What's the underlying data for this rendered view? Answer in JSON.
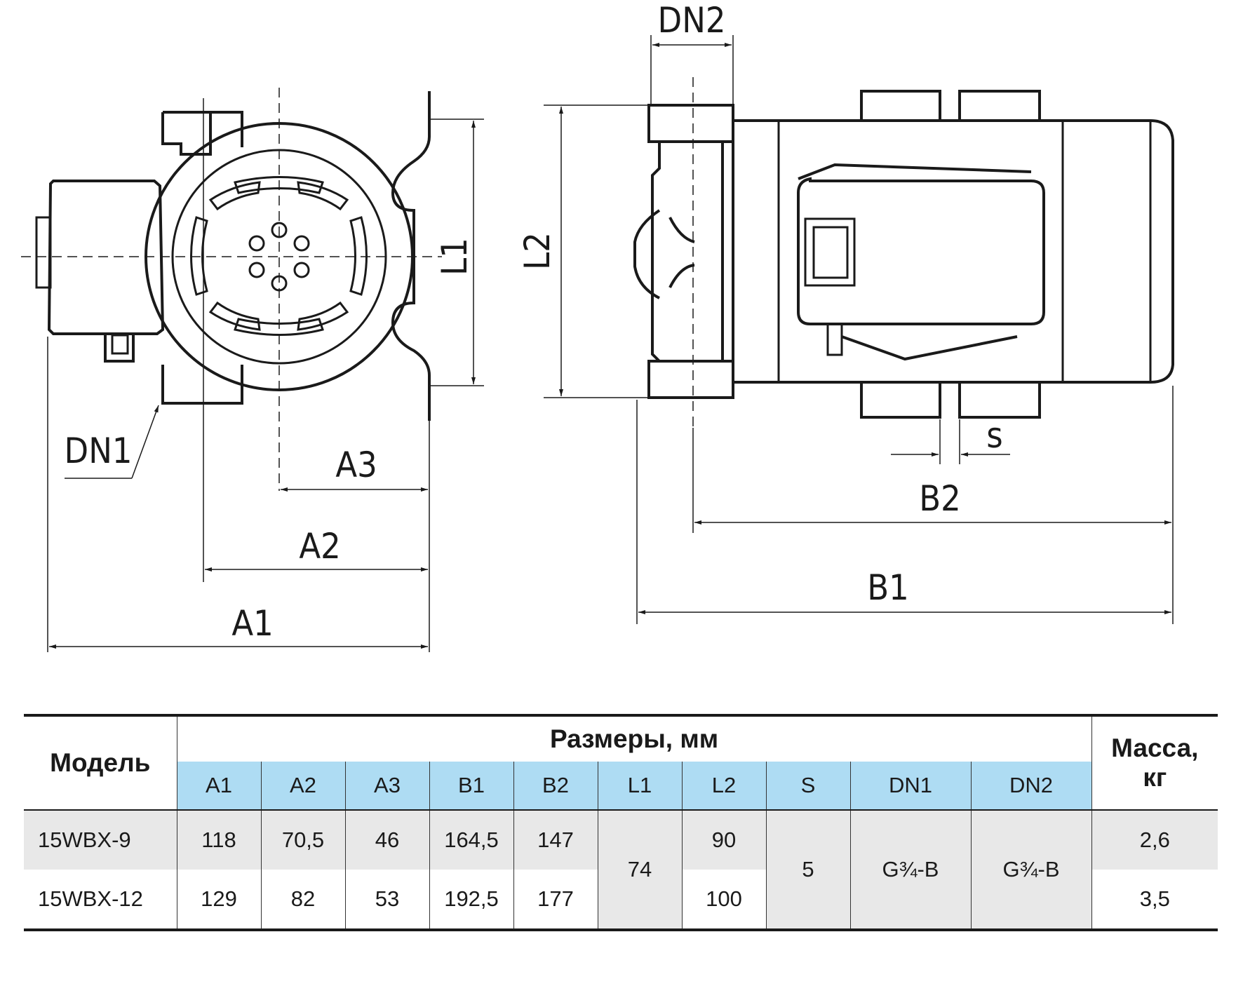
{
  "drawing": {
    "labels": {
      "dn2": "DN2",
      "dn1": "DN1",
      "l1": "L1",
      "l2": "L2",
      "a1": "A1",
      "a2": "A2",
      "a3": "A3",
      "b1": "B1",
      "b2": "B2",
      "s": "s"
    }
  },
  "table": {
    "model_header": "Модель",
    "dims_header": "Размеры, мм",
    "mass_header_line1": "Масса,",
    "mass_header_line2": "кг",
    "columns": [
      "A1",
      "A2",
      "A3",
      "B1",
      "B2",
      "L1",
      "L2",
      "S",
      "DN1",
      "DN2"
    ],
    "rows": [
      {
        "model": "15WBX-9",
        "A1": "118",
        "A2": "70,5",
        "A3": "46",
        "B1": "164,5",
        "B2": "147",
        "L2": "90",
        "mass": "2,6"
      },
      {
        "model": "15WBX-12",
        "A1": "129",
        "A2": "82",
        "A3": "53",
        "B1": "192,5",
        "B2": "177",
        "L2": "100",
        "mass": "3,5"
      }
    ],
    "shared": {
      "L1": "74",
      "S": "5",
      "DN1": "G¾-B",
      "DN2": "G¾-B"
    }
  }
}
